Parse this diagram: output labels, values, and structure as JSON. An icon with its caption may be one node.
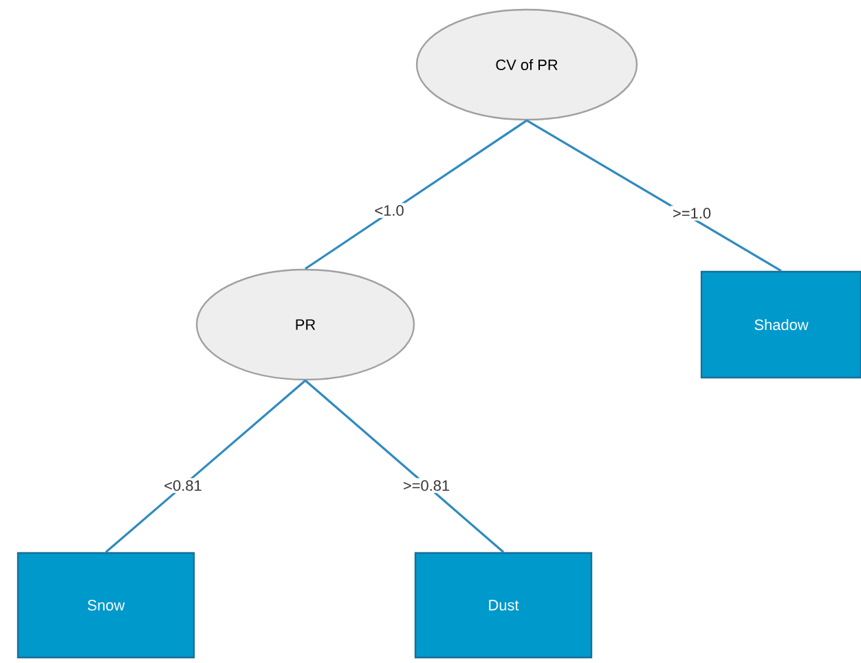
{
  "diagram": {
    "nodes": [
      {
        "text": [
          "CV of PR"
        ]
      },
      {
        "text": [
          "PR"
        ]
      },
      {
        "text": [
          "Shadow"
        ]
      },
      {
        "text": [
          "Snow"
        ]
      },
      {
        "text": [
          "Dust"
        ]
      }
    ],
    "edges": [
      {
        "from": 0,
        "to": 1,
        "arrow": "none",
        "label": "<1.0"
      },
      {
        "from": 0,
        "to": 2,
        "arrow": "none",
        "label": ">=1.0"
      },
      {
        "from": 1,
        "to": 3,
        "arrow": "none",
        "label": "<0.81"
      },
      {
        "from": 1,
        "to": 4,
        "arrow": "none",
        "label": ">=0.81"
      }
    ]
  }
}
